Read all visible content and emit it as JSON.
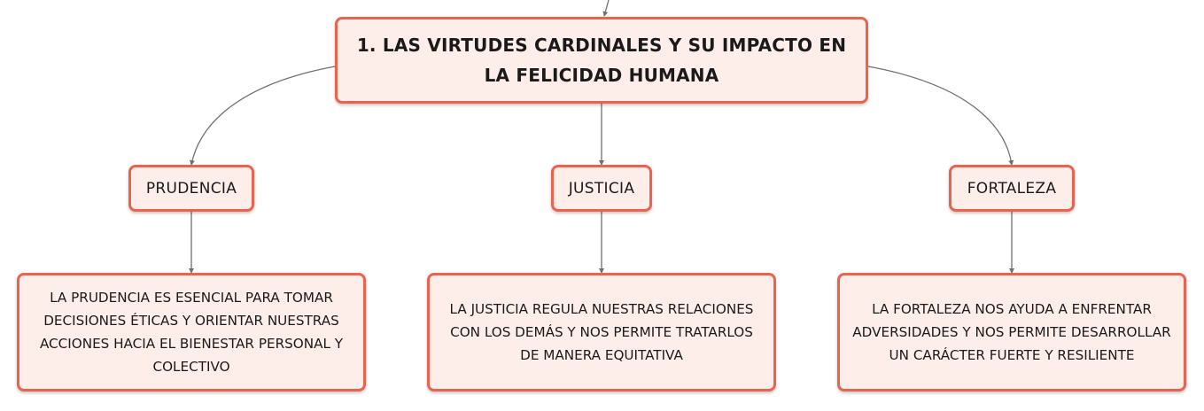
{
  "root": {
    "label": "1. LAS VIRTUDES CARDINALES Y SU IMPACTO EN LA FELICIDAD HUMANA"
  },
  "branches": [
    {
      "label": "PRUDENCIA",
      "description": "LA PRUDENCIA ES ESENCIAL PARA TOMAR DECISIONES ÉTICAS Y ORIENTAR NUESTRAS ACCIONES HACIA EL BIENESTAR PERSONAL Y COLECTIVO"
    },
    {
      "label": "JUSTICIA",
      "description": "LA JUSTICIA REGULA NUESTRAS RELACIONES CON LOS DEMÁS Y NOS PERMITE TRATARLOS DE MANERA EQUITATIVA"
    },
    {
      "label": "FORTALEZA",
      "description": "LA FORTALEZA NOS AYUDA A ENFRENTAR ADVERSIDADES Y NOS PERMITE DESARROLLAR UN CARÁCTER FUERTE Y RESILIENTE"
    }
  ],
  "colors": {
    "node_border": "#e8644f",
    "node_fill": "#fdeee9",
    "connector": "#707070"
  }
}
